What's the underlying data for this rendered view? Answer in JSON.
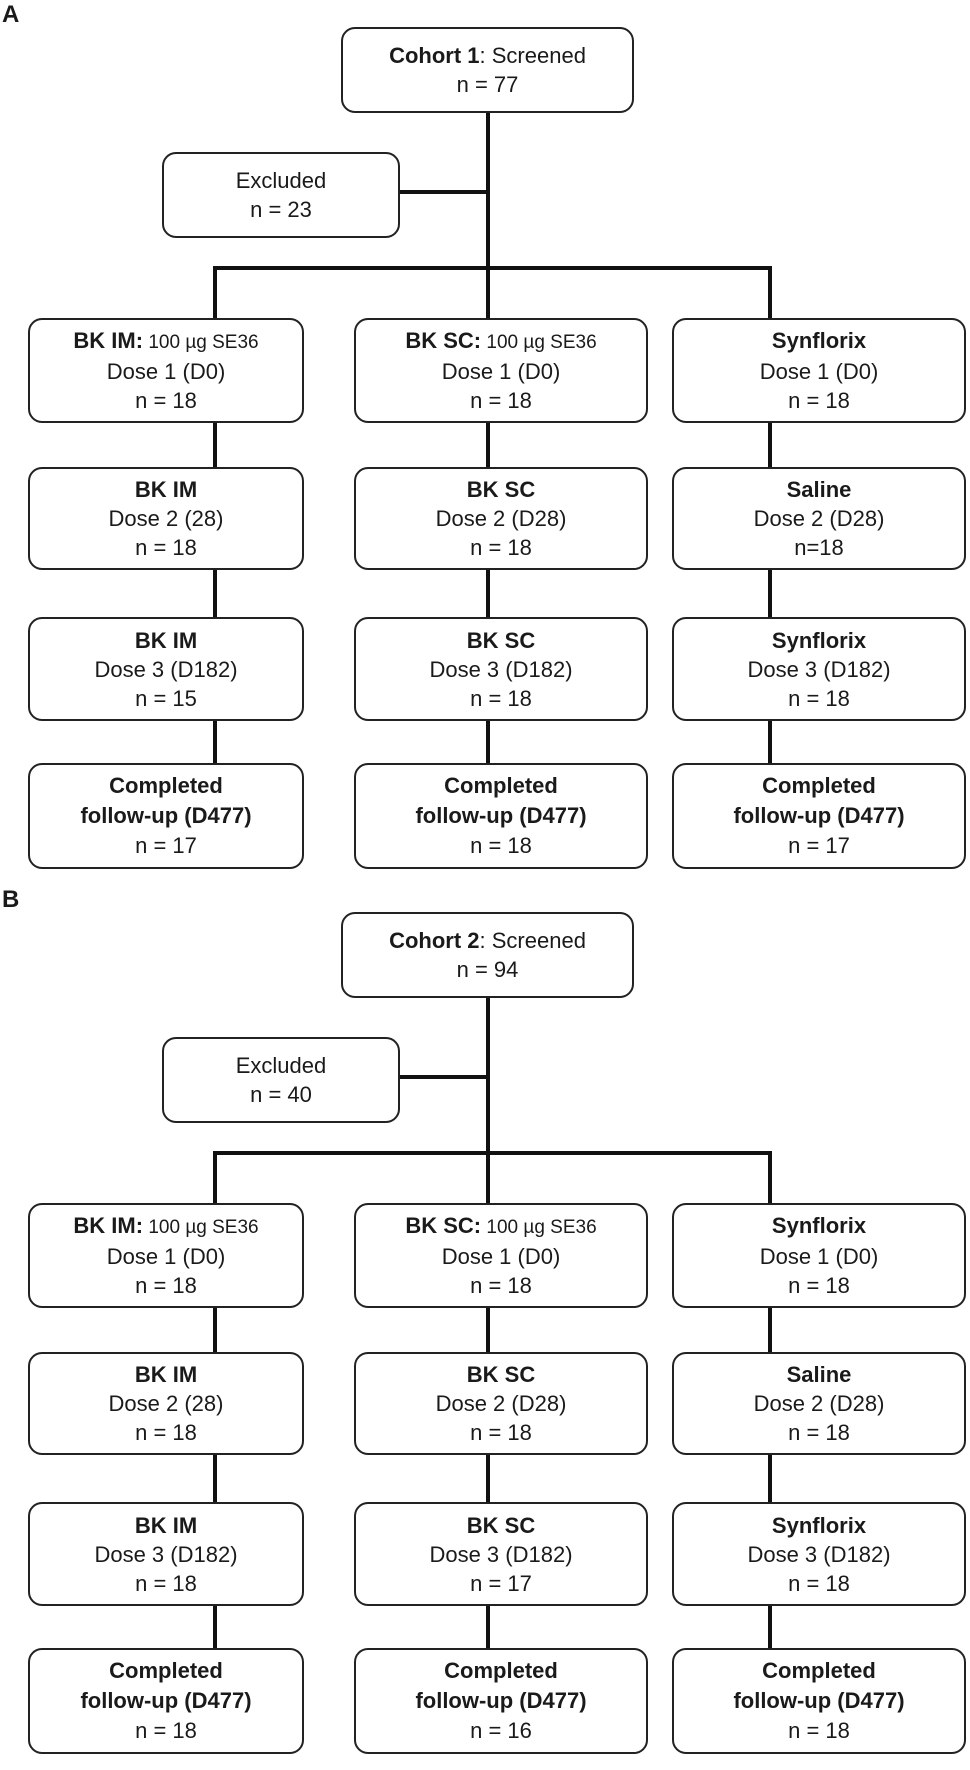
{
  "panels": [
    {
      "letter": "A",
      "screened": {
        "title": "Cohort 1",
        "sep": ": ",
        "label": "Screened",
        "n": "n = 77"
      },
      "excluded": {
        "label": "Excluded",
        "n": "n = 23"
      },
      "arms": [
        {
          "dose1": {
            "title": "BK IM",
            "sep": ":",
            "note": " 100 µg SE36",
            "dose": "Dose 1 (D0)",
            "n": "n = 18"
          },
          "dose2": {
            "title": "BK IM",
            "dose": "Dose 2 (28)",
            "n": "n = 18"
          },
          "dose3": {
            "title": "BK IM",
            "dose": "Dose 3 (D182)",
            "n": "n = 15"
          },
          "followup": {
            "line1": "Completed",
            "line2": "follow-up (D477)",
            "n": "n = 17"
          }
        },
        {
          "dose1": {
            "title": "BK SC",
            "sep": ":",
            "note": " 100 µg SE36",
            "dose": "Dose 1 (D0)",
            "n": "n = 18"
          },
          "dose2": {
            "title": "BK SC",
            "dose": "Dose 2 (D28)",
            "n": "n = 18"
          },
          "dose3": {
            "title": "BK SC",
            "dose": "Dose 3 (D182)",
            "n": "n = 18"
          },
          "followup": {
            "line1": "Completed",
            "line2": "follow-up (D477)",
            "n": "n = 18"
          }
        },
        {
          "dose1": {
            "title": "Synflorix",
            "sep": "",
            "note": "",
            "dose": "Dose 1 (D0)",
            "n": "n = 18"
          },
          "dose2": {
            "title": "Saline",
            "dose": "Dose 2 (D28)",
            "n": "n=18"
          },
          "dose3": {
            "title": "Synflorix",
            "dose": "Dose 3 (D182)",
            "n": "n = 18"
          },
          "followup": {
            "line1": "Completed",
            "line2": "follow-up (D477)",
            "n": "n = 17"
          }
        }
      ]
    },
    {
      "letter": "B",
      "screened": {
        "title": "Cohort 2",
        "sep": ": ",
        "label": "Screened",
        "n": "n = 94"
      },
      "excluded": {
        "label": "Excluded",
        "n": "n = 40"
      },
      "arms": [
        {
          "dose1": {
            "title": "BK IM",
            "sep": ":",
            "note": " 100 µg SE36",
            "dose": "Dose 1 (D0)",
            "n": "n = 18"
          },
          "dose2": {
            "title": "BK IM",
            "dose": "Dose 2 (28)",
            "n": "n = 18"
          },
          "dose3": {
            "title": "BK IM",
            "dose": "Dose 3 (D182)",
            "n": "n = 18"
          },
          "followup": {
            "line1": "Completed",
            "line2": "follow-up (D477)",
            "n": "n = 18"
          }
        },
        {
          "dose1": {
            "title": "BK SC",
            "sep": ":",
            "note": " 100 µg SE36",
            "dose": "Dose 1 (D0)",
            "n": "n = 18"
          },
          "dose2": {
            "title": "BK SC",
            "dose": "Dose 2 (D28)",
            "n": "n = 18"
          },
          "dose3": {
            "title": "BK SC",
            "dose": "Dose 3 (D182)",
            "n": "n = 17"
          },
          "followup": {
            "line1": "Completed",
            "line2": "follow-up (D477)",
            "n": "n = 16"
          }
        },
        {
          "dose1": {
            "title": "Synflorix",
            "sep": "",
            "note": "",
            "dose": "Dose 1 (D0)",
            "n": "n = 18"
          },
          "dose2": {
            "title": "Saline",
            "dose": "Dose 2 (D28)",
            "n": "n = 18"
          },
          "dose3": {
            "title": "Synflorix",
            "dose": "Dose 3 (D182)",
            "n": "n = 18"
          },
          "followup": {
            "line1": "Completed",
            "line2": "follow-up (D477)",
            "n": "n = 18"
          }
        }
      ]
    }
  ]
}
